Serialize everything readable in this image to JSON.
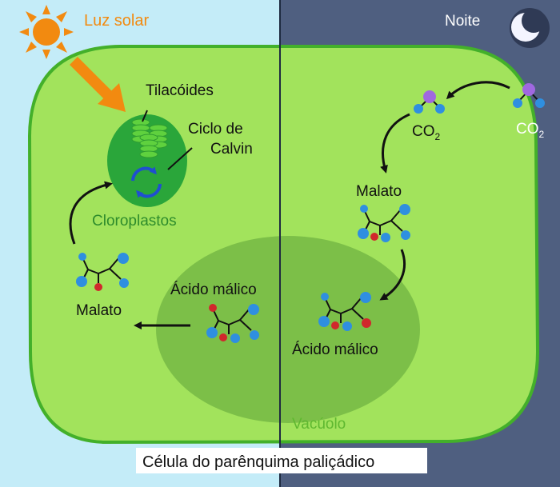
{
  "labels": {
    "day": "Luz solar",
    "night": "Noite",
    "thylakoids": "Tilacóides",
    "calvin_line1": "Ciclo de",
    "calvin_line2": "Calvin",
    "chloroplast": "Cloroplastos",
    "malate_night": "Malato",
    "malic_acid_night": "Ácido málico",
    "malic_acid_day": "Ácido málico",
    "malate_day": "Malato",
    "vacuole": "Vacúolo",
    "caption": "Célula do parênquima paliçádico",
    "co2_inner": "CO",
    "co2_outer": "CO",
    "co2_subscript": "2"
  },
  "colors": {
    "day_background": "#c4ecf8",
    "night_background": "#4f5f80",
    "cell_fill": "#a2e35c",
    "cell_border": "#43b02a",
    "vacuole_fill": "#7cbf48",
    "chloroplast_fill": "#2aa63a",
    "thylakoid_fill": "#5fd13e",
    "sun": "#f28a10",
    "arrow_light": "#f28a10",
    "chloroplast_text": "#2e8c2c",
    "vacuole_text": "#5fb830",
    "atom_blue": "#2f8fe0",
    "atom_red": "#d0282c",
    "atom_purple": "#a068e0",
    "calvin_arrow": "#1f4fd0"
  },
  "icons": {
    "sun": "sun-icon",
    "moon": "crescent-moon-icon"
  }
}
